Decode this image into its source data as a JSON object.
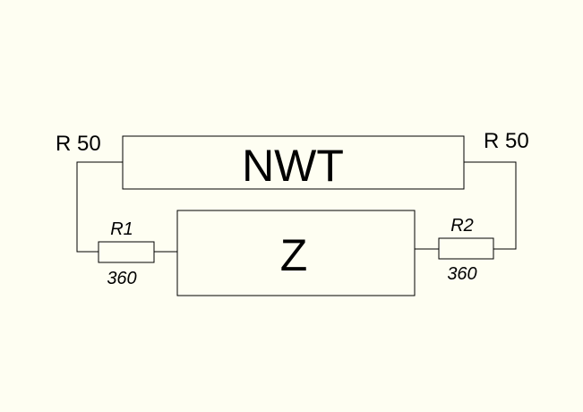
{
  "blocks": {
    "nwt": {
      "label": "NWT"
    },
    "z": {
      "label": "Z"
    }
  },
  "ports": {
    "left": {
      "label": "R 50"
    },
    "right": {
      "label": "R 50"
    }
  },
  "resistors": {
    "r1": {
      "name": "R1",
      "value": "360"
    },
    "r2": {
      "name": "R2",
      "value": "360"
    }
  },
  "colors": {
    "background": "#fefef2",
    "line": "#000000"
  }
}
